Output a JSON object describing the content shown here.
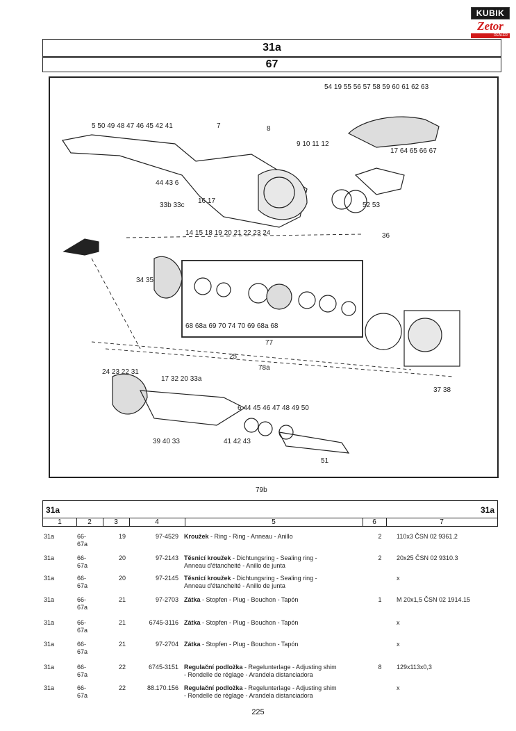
{
  "brand": {
    "name": "KUBIK",
    "sub": "Zetor",
    "dealer": "DEALER"
  },
  "header": {
    "section": "31a",
    "group": "67"
  },
  "diagram": {
    "labels": [
      "54",
      "19",
      "55",
      "56",
      "57",
      "58",
      "59",
      "60",
      "61",
      "62",
      "63",
      "5",
      "50",
      "49",
      "48",
      "47",
      "46",
      "45",
      "42",
      "41",
      "7",
      "8",
      "9",
      "10",
      "11",
      "12",
      "17",
      "64",
      "65",
      "66",
      "67",
      "44",
      "43",
      "6",
      "33b",
      "33c",
      "16",
      "17",
      "52",
      "53",
      "14",
      "15",
      "18",
      "19",
      "20",
      "21",
      "22",
      "23",
      "24",
      "36",
      "34",
      "35",
      "68",
      "68a",
      "69",
      "70",
      "74",
      "70",
      "69",
      "68a",
      "68",
      "77",
      "25",
      "78a",
      "37",
      "38",
      "24",
      "23",
      "22",
      "31",
      "17",
      "32",
      "20",
      "33a",
      "6",
      "44",
      "45",
      "46",
      "47",
      "48",
      "49",
      "50",
      "39",
      "40",
      "33",
      "41",
      "42",
      "43",
      "51",
      "79b"
    ]
  },
  "table": {
    "title_left": "31a",
    "title_right": "31a",
    "columns": [
      "1",
      "2",
      "3",
      "4",
      "5",
      "6",
      "7"
    ],
    "rows": [
      {
        "c1": "31a",
        "c2": "66-\n67a",
        "c3": "19",
        "c4": "97-4529",
        "name": "Kroužek",
        "desc": " - Ring - Ring - Anneau - Anillo",
        "c6": "2",
        "c7": "110x3 ČSN 02 9361.2"
      },
      {
        "c1": "31a",
        "c2": "66-\n67a",
        "c3": "20",
        "c4": "97-2143",
        "name": "Těsnicí kroužek",
        "desc": " - Dichtungsring - Sealing ring -\nAnneau d'étancheité - Anillo de junta",
        "c6": "2",
        "c7": "20x25 ČSN 02 9310.3"
      },
      {
        "c1": "31a",
        "c2": "66-\n67a",
        "c3": "20",
        "c4": "97-2145",
        "name": "Těsnicí kroužek",
        "desc": " - Dichtungsring - Sealing ring -\nAnneau d'étancheité - Anillo de junta",
        "c6": "",
        "c7": "x"
      },
      {
        "c1": "31a",
        "c2": "66-\n67a",
        "c3": "21",
        "c4": "97-2703",
        "name": "Zátka",
        "desc": " - Stopfen - Plug - Bouchon - Tapón",
        "c6": "1",
        "c7": "M 20x1,5 ČSN 02 1914.15"
      },
      {
        "c1": "31a",
        "c2": "66-\n67a",
        "c3": "21",
        "c4": "6745-3116",
        "name": "Zátka",
        "desc": " - Stopfen - Plug - Bouchon - Tapón",
        "c6": "",
        "c7": "x"
      },
      {
        "c1": "31a",
        "c2": "66-\n67a",
        "c3": "21",
        "c4": "97-2704",
        "name": "Zátka",
        "desc": " - Stopfen - Plug - Bouchon - Tapón",
        "c6": "",
        "c7": "x"
      },
      {
        "c1": "31a",
        "c2": "66-\n67a",
        "c3": "22",
        "c4": "6745-3151",
        "name": "Regulační podložka",
        "desc": " - Regelunterlage - Adjusting shim\n- Rondelle de réglage - Arandela distanciadora",
        "c6": "8",
        "c7": "129x113x0,3"
      },
      {
        "c1": "31a",
        "c2": "66-\n67a",
        "c3": "22",
        "c4": "88.170.156",
        "name": "Regulační podložka",
        "desc": " - Regelunterlage - Adjusting shim\n- Rondelle de réglage - Arandela distanciadora",
        "c6": "",
        "c7": "x"
      }
    ]
  },
  "page_number": "225"
}
